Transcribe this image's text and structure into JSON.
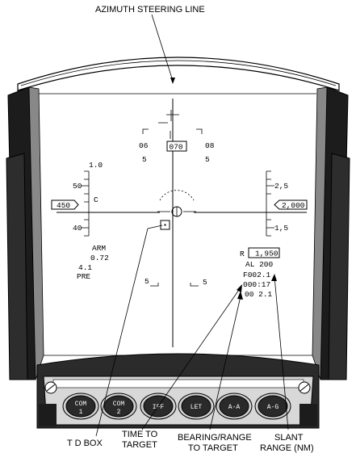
{
  "callouts": {
    "azimuth_steering_line": "AZIMUTH STEERING LINE",
    "td_box": "T D BOX",
    "time_to_target_1": "TIME TO",
    "time_to_target_2": "TARGET",
    "bearing_range_1": "BEARING/RANGE",
    "bearing_range_2": "TO TARGET",
    "slant_range_1": "SLANT",
    "slant_range_2": "RANGE (NM)"
  },
  "heading": {
    "left_label": "06",
    "center_box": "070",
    "right_label": "08",
    "left_tick": "5",
    "right_tick": "5"
  },
  "airspeed": {
    "scale_top": "1.0",
    "scale_50": "50",
    "scale_40": "40",
    "box_value": "450",
    "mode_letter": "C"
  },
  "altitude": {
    "scale_25": "2,5",
    "scale_15": "1,5",
    "box_value": "2,000"
  },
  "weapons": {
    "arm": "ARM",
    "mach": "0.72",
    "g": "4.1",
    "pre": "PRE"
  },
  "target_data": {
    "range_prefix": "R",
    "range_box": "1,950",
    "al": "AL 200",
    "bearing": "F002.1",
    "time": "000:17",
    "slant": "00 2.1"
  },
  "lower_marks": {
    "left": "5",
    "right": "5"
  },
  "buttons": [
    {
      "line1": "COM",
      "line2": "1"
    },
    {
      "line1": "COM",
      "line2": "2"
    },
    {
      "line1": "IFF",
      "line2": ""
    },
    {
      "line1": "LET",
      "line2": ""
    },
    {
      "line1": "A-A",
      "line2": ""
    },
    {
      "line1": "A-G",
      "line2": ""
    }
  ]
}
